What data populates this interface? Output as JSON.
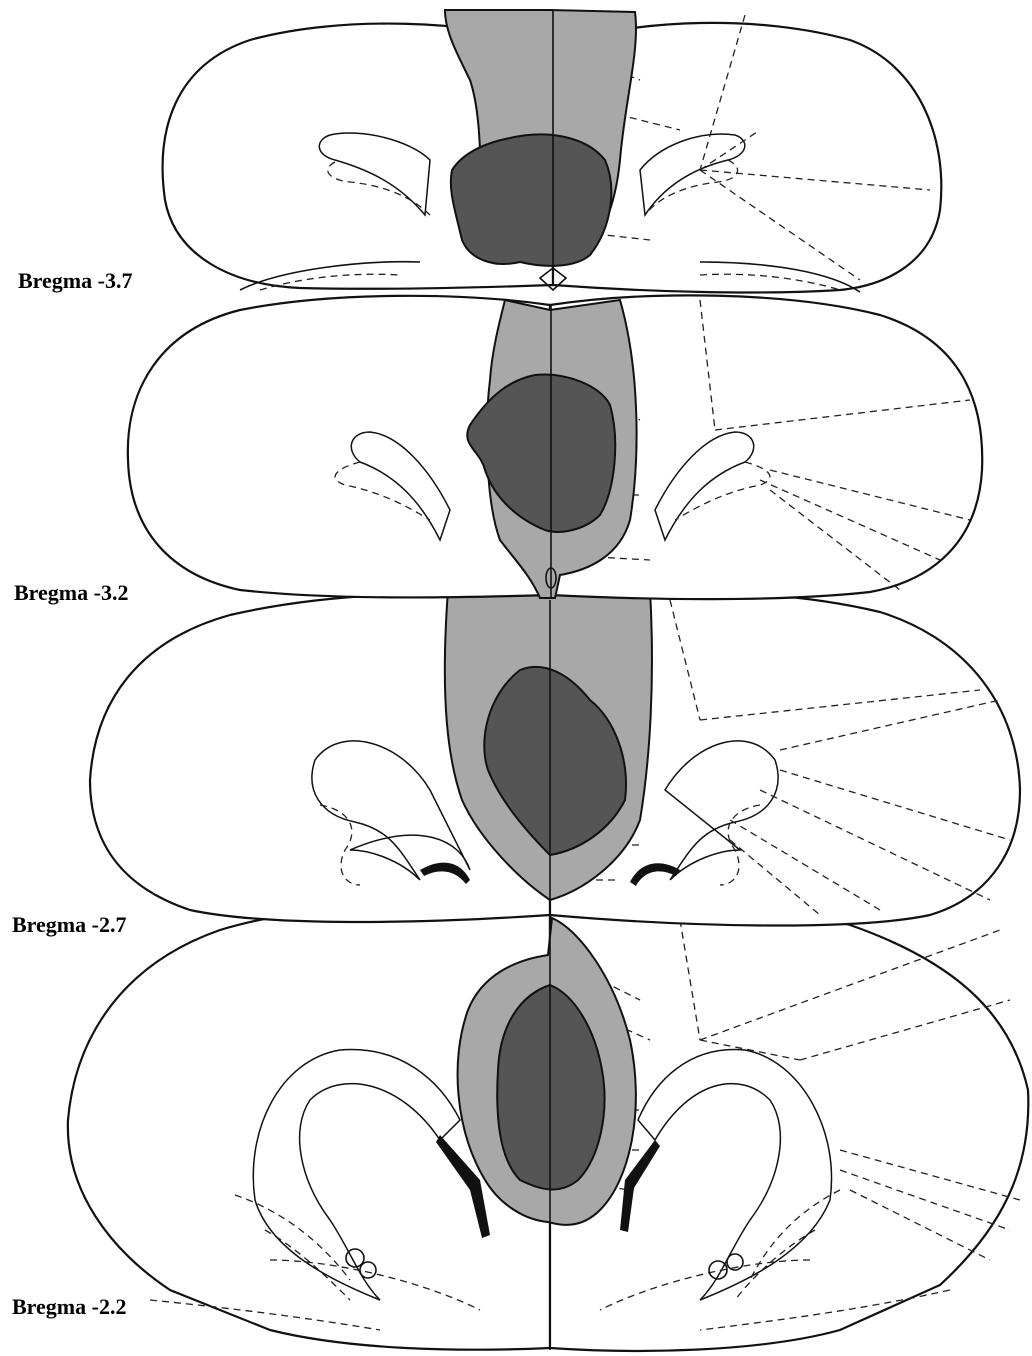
{
  "sections": [
    {
      "label": "Bregma -3.7"
    },
    {
      "label": "Bregma -3.2"
    },
    {
      "label": "Bregma -2.7"
    },
    {
      "label": "Bregma -2.2"
    }
  ],
  "colors": {
    "outer_lesion": "#a8a8a8",
    "inner_lesion": "#555555",
    "outline": "#111111"
  }
}
